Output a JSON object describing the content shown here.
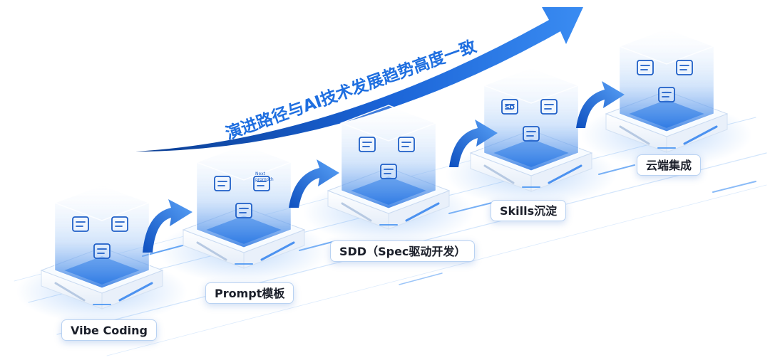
{
  "headline": "演进路径与AI技术发展趋势高度一致",
  "stages": [
    {
      "label": "Vibe Coding",
      "icons": [
        "code-window-icon",
        "brush-sparkle-icon",
        "user-icon"
      ]
    },
    {
      "label": "Prompt模板",
      "icons": [
        "flowchart-icon",
        "chat-bubble-icon",
        "terminal-icon"
      ],
      "bubble_text": [
        "Next",
        "prompth"
      ]
    },
    {
      "label": "SDD（Spec驱动开发）",
      "icons": [
        "document-icon",
        "edit-document-icon",
        "hierarchy-icon",
        "hierarchy-icon"
      ]
    },
    {
      "label": "Skills沉淀",
      "icons": [
        "sd-book-icon",
        "database-check-icon",
        "badge-icon",
        "person-tools-icon"
      ],
      "book_text": "SD"
    },
    {
      "label": "云端集成",
      "icons": [
        "cloud-database-icon",
        "cloud-sync-icon",
        "cloud-network-icon",
        "hub-network-icon"
      ]
    }
  ],
  "colors": {
    "accent": "#1f6fe0",
    "accent_light": "#7fb2f5",
    "glow": "#cfe3ff",
    "label_border": "#b9d2f2"
  }
}
